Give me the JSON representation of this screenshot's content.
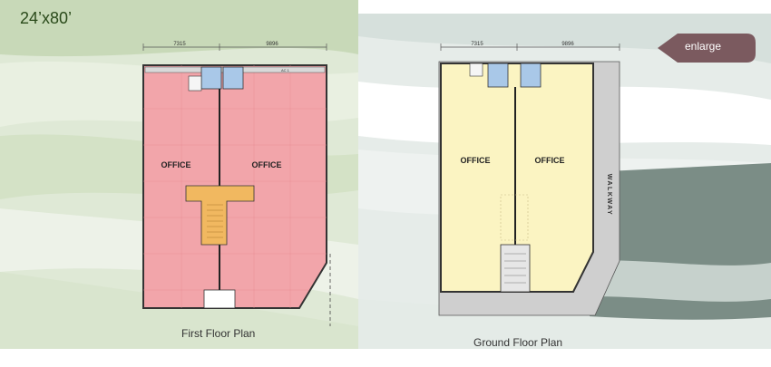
{
  "page": {
    "size_title": "24’x80’"
  },
  "plans": {
    "first": {
      "caption": "First Floor Plan",
      "dim_left": "7315",
      "dim_right": "9896",
      "room_left": "OFFICE",
      "room_right": "OFFICE",
      "tag": "AC 1"
    },
    "ground": {
      "caption": "Ground Floor Plan",
      "dim_left": "7315",
      "dim_right": "9896",
      "room_left": "OFFICE",
      "room_right": "OFFICE",
      "walkway": "WALKWAY"
    }
  },
  "controls": {
    "enlarge_label": "enlarge"
  },
  "colors": {
    "first_floor_fill": "#f2a5aa",
    "ground_floor_fill": "#fbf4c2",
    "stair_fill": "#f1b860",
    "walkway_fill": "#cfcfcf",
    "enlarge_button": "#7b5a5f"
  }
}
